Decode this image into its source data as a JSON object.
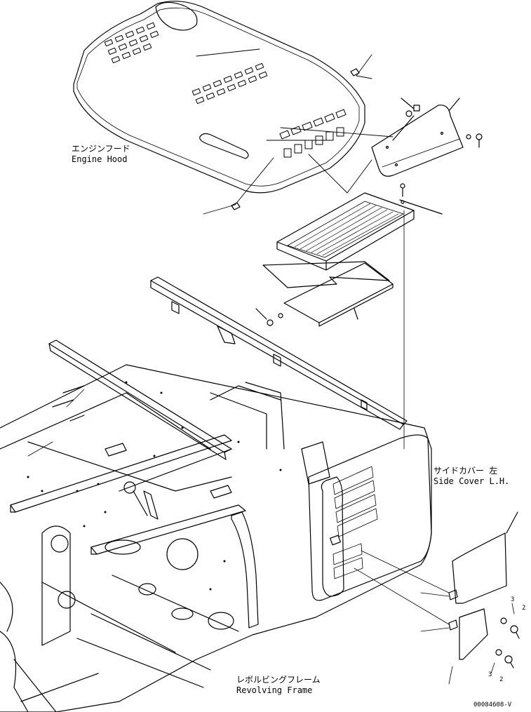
{
  "labels": {
    "engine_hood_jp": "エンジンフード",
    "engine_hood_en": "Engine Hood",
    "side_cover_jp": "サイドカバー 左",
    "side_cover_en": "Side Cover L.H.",
    "frame_jp": "レボルビングフレーム",
    "frame_en": "Revolving Frame",
    "drawing_code": "00084608-V"
  },
  "callouts": {
    "qty_a": "3",
    "qty_b": "2",
    "qty_c": "3",
    "qty_d": "2"
  },
  "style": {
    "line_color": "#000000",
    "background": "#ffffff"
  }
}
